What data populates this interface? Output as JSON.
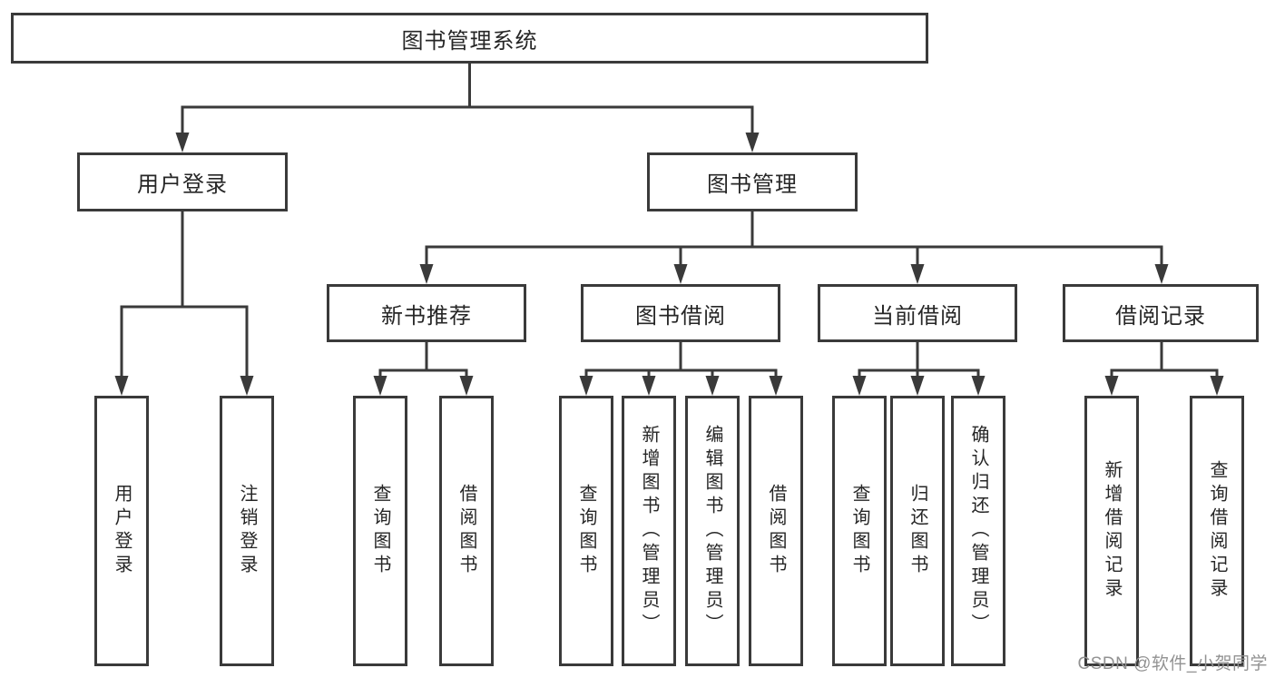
{
  "diagram": {
    "type": "tree-structure-diagram",
    "colors": {
      "line": "#3a3a3a",
      "box_border": "#3a3a3a",
      "box_fill": "#ffffff",
      "text": "#262626",
      "watermark_text": "#929292",
      "background": "#ffffff"
    },
    "nodes": {
      "root": "图书管理系统",
      "user_login": "用户登录",
      "book_management": "图书管理",
      "new_book_recommend": "新书推荐",
      "book_borrowing": "图书借阅",
      "current_borrowing": "当前借阅",
      "borrowing_records": "借阅记录",
      "leaf_user_login": "用户登录",
      "leaf_logout": "注销登录",
      "leaf_query_books_recommend": "查询图书",
      "leaf_borrow_books_recommend": "借阅图书",
      "leaf_query_books_borrowing": "查询图书",
      "leaf_add_books_admin": "新增图书（管理员）",
      "leaf_edit_books_admin": "编辑图书（管理员）",
      "leaf_borrow_books_borrowing": "借阅图书",
      "leaf_query_books_current": "查询图书",
      "leaf_return_books": "归还图书",
      "leaf_confirm_return_admin": "确认归还（管理员）",
      "leaf_add_borrow_record": "新增借阅记录",
      "leaf_query_borrow_record": "查询借阅记录"
    },
    "hierarchy": {
      "图书管理系统": {
        "用户登录": [
          "用户登录",
          "注销登录"
        ],
        "图书管理": {
          "新书推荐": [
            "查询图书",
            "借阅图书"
          ],
          "图书借阅": [
            "查询图书",
            "新增图书（管理员）",
            "编辑图书（管理员）",
            "借阅图书"
          ],
          "当前借阅": [
            "查询图书",
            "归还图书",
            "确认归还（管理员）"
          ],
          "借阅记录": [
            "新增借阅记录",
            "查询借阅记录"
          ]
        }
      }
    },
    "watermark": "CSDN @软件_小贺同学"
  }
}
